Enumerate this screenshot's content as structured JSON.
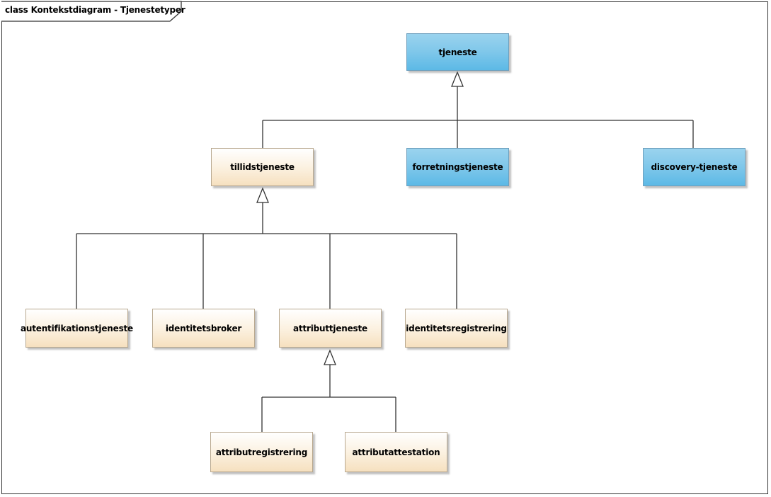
{
  "diagram": {
    "title": "class Kontekstdiagram - Tjenestetyper"
  },
  "nodes": {
    "tjeneste": "tjeneste",
    "tillidstjeneste": "tillidstjeneste",
    "forretningstjeneste": "forretningstjeneste",
    "discovery_tjeneste": "discovery-tjeneste",
    "autentifikationstjeneste": "autentifikationstjeneste",
    "identitetsbroker": "identitetsbroker",
    "attributtjeneste": "attributtjeneste",
    "identitetsregistrering": "identitetsregistrering",
    "attributregistrering": "attributregistrering",
    "attributattestation": "attributattestation"
  },
  "colors": {
    "abstract_fill": "#5cb9e6",
    "concrete_fill": "#f6e0bf",
    "line": "#333333"
  }
}
